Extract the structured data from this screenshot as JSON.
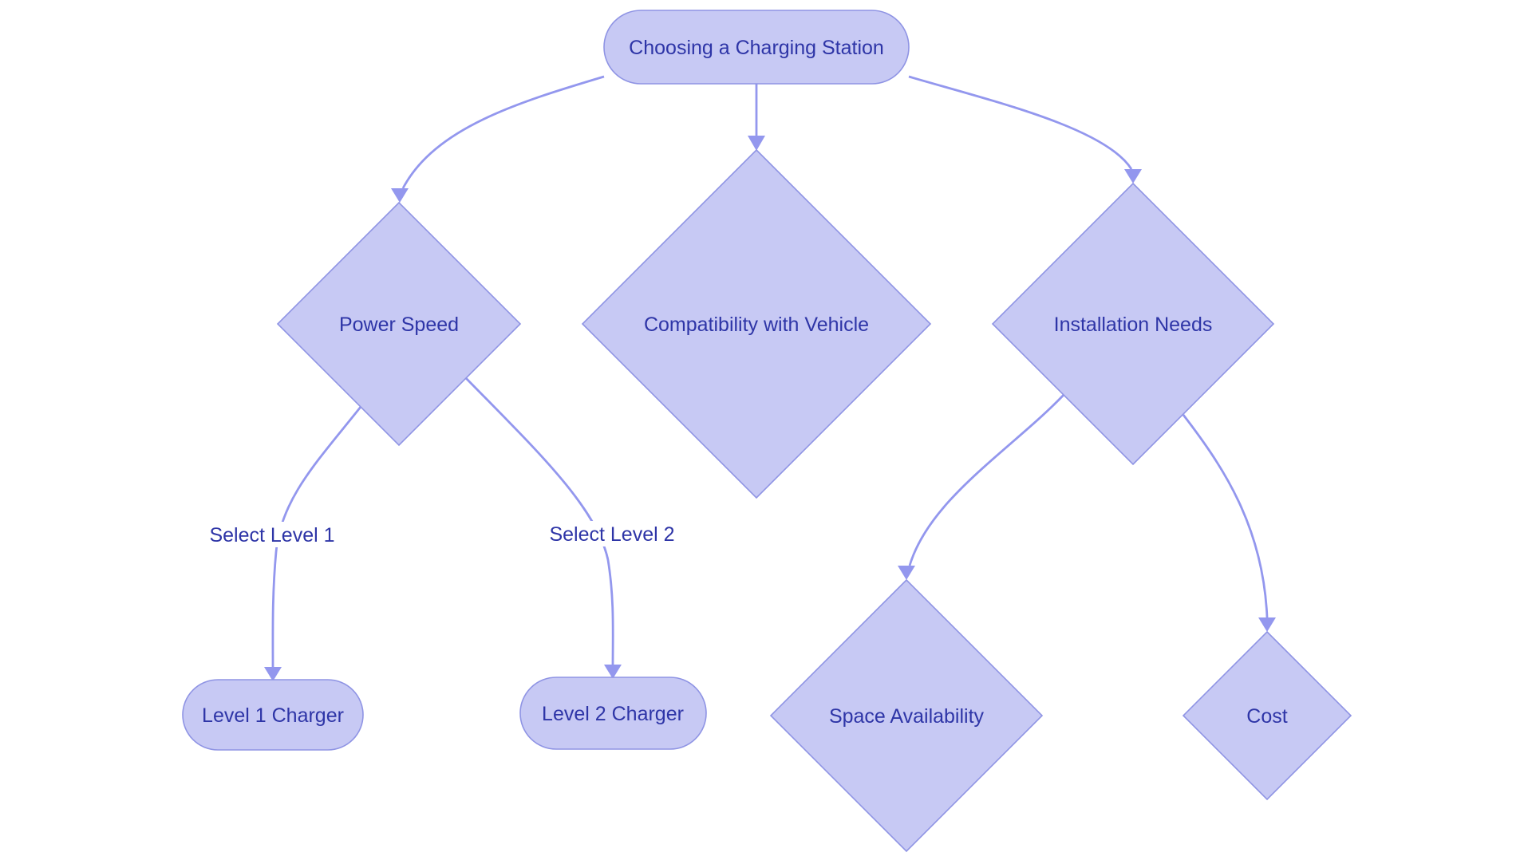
{
  "diagram": {
    "type": "flowchart",
    "direction": "top-down",
    "background": "#ffffff",
    "palette": {
      "node_fill": "#c7c9f4",
      "node_border": "#8f94e4",
      "edge_color": "#9397ee",
      "text_color": "#2e35a7"
    }
  },
  "nodes": {
    "root": {
      "label": "Choosing a Charging Station",
      "shape": "stadium"
    },
    "power_speed": {
      "label": "Power Speed",
      "shape": "diamond"
    },
    "compatibility": {
      "label": "Compatibility with Vehicle",
      "shape": "diamond"
    },
    "installation": {
      "label": "Installation Needs",
      "shape": "diamond"
    },
    "level1": {
      "label": "Level 1 Charger",
      "shape": "stadium"
    },
    "level2": {
      "label": "Level 2 Charger",
      "shape": "stadium"
    },
    "space": {
      "label": "Space Availability",
      "shape": "diamond"
    },
    "cost": {
      "label": "Cost",
      "shape": "diamond"
    }
  },
  "edge_labels": {
    "select_level_1": "Select Level 1",
    "select_level_2": "Select Level 2"
  }
}
